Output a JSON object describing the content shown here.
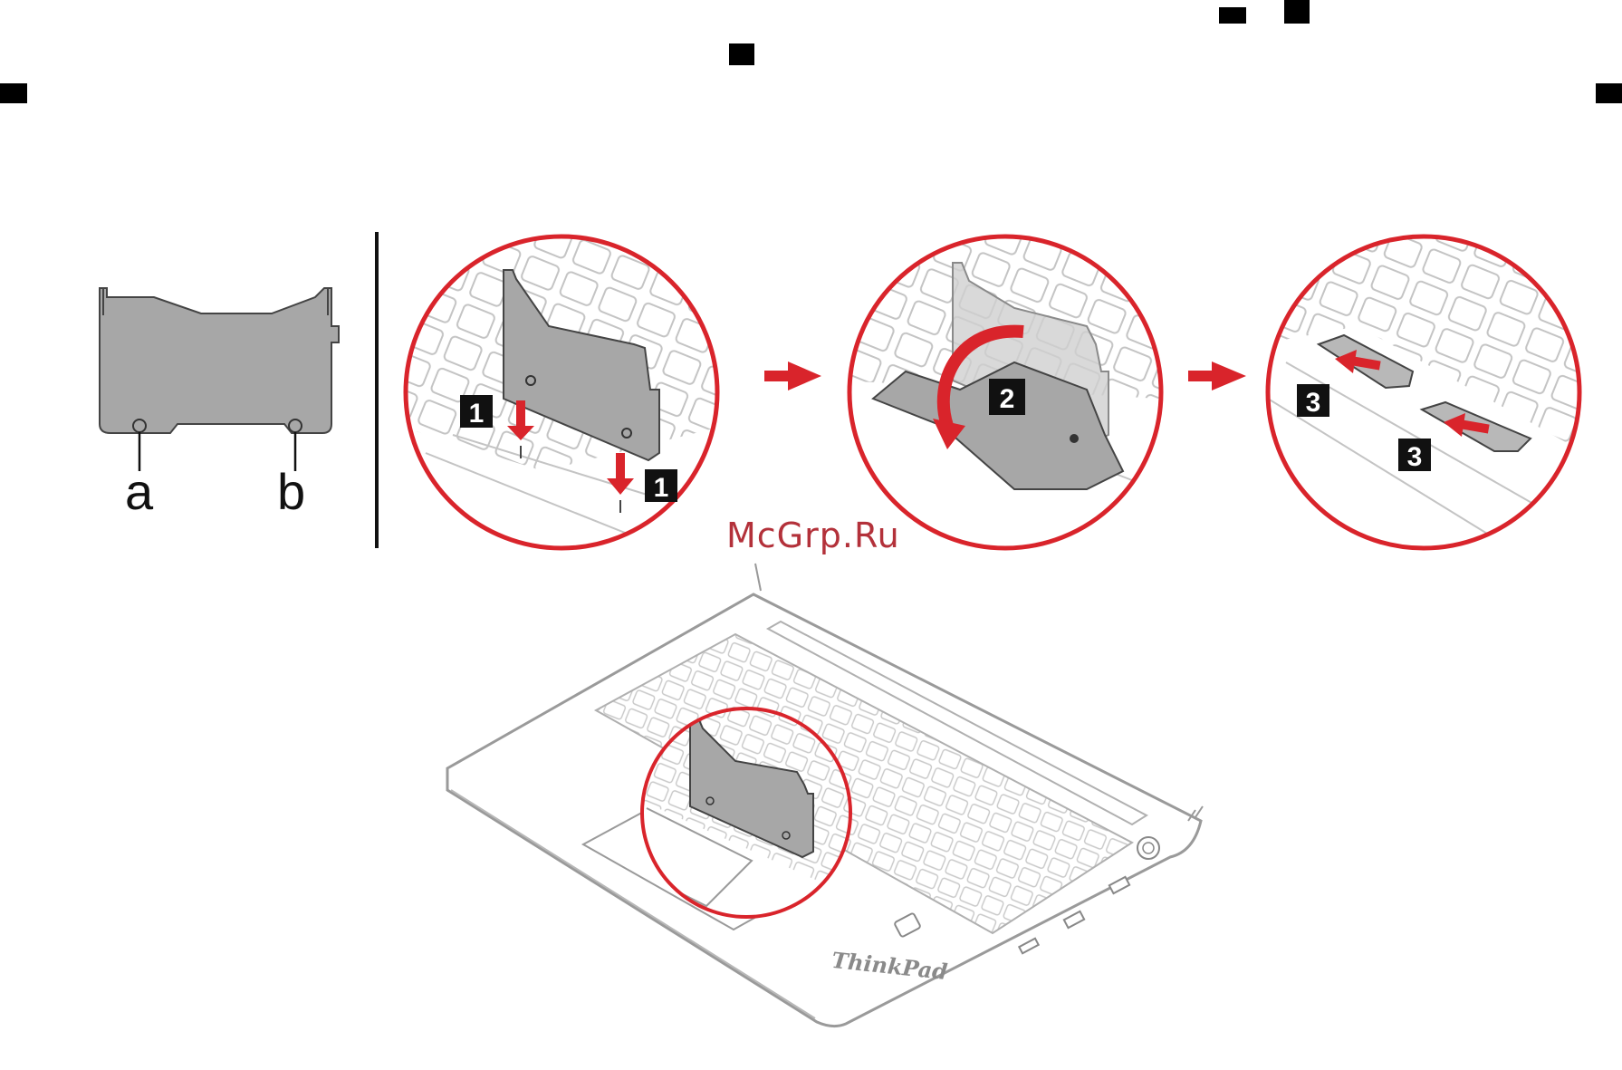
{
  "diagram": {
    "part_labels": {
      "a": "a",
      "b": "b"
    },
    "steps": {
      "step1": "1",
      "step2": "2",
      "step3": "3"
    },
    "watermark": "McGrp.Ru",
    "laptop_brand": "ThinkPad"
  },
  "colors": {
    "accent_red": "#d9242b",
    "part_gray": "#a7a7a7",
    "outline_gray": "#9a9a9a",
    "key_outline": "#c4c4c4",
    "black": "#111111"
  }
}
